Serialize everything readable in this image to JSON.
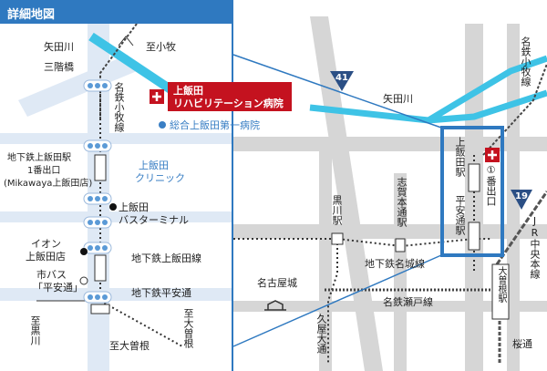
{
  "header": {
    "title": "詳細地図"
  },
  "inset": {
    "yadagawa": "矢田川",
    "sanaibashi": "三階橋",
    "to_komaki": "至小牧",
    "meitetsu_komaki": "名鉄小牧線",
    "hospital_line1": "上飯田",
    "hospital_line2": "リハビリテーション病院",
    "daiichi_hospital": "総合上飯田第一病院",
    "clinic_line1": "上飯田",
    "clinic_line2": "クリニック",
    "exit_line1": "地下鉄上飯田駅",
    "exit_line2": "1番出口",
    "exit_line3": "(Mikawaya上飯田店)",
    "kamiiida": "上飯田",
    "bus_terminal": "バスターミナル",
    "aeon_line1": "イオン",
    "aeon_line2": "上飯田店",
    "subway_kamiiida_line": "地下鉄上飯田線",
    "citybus_line1": "市バス",
    "citybus_line2": "「平安通」",
    "subway_heian": "地下鉄平安通",
    "to_kurokawa": "至黒川",
    "to_ozone_left": "至大曽根",
    "to_ozone_right": "至大曽根"
  },
  "main": {
    "route_41": "41",
    "route_19": "19",
    "yadagawa": "矢田川",
    "meitetsu_komaki": "名鉄小牧線",
    "kamiiida_sta": "上飯田駅",
    "exit_1": "①番出口",
    "heian_sta": "平安通駅",
    "shiga_hondori": "志賀本通駅",
    "kurokawa": "黒川駅",
    "meijo_line": "地下鉄名城線",
    "nagoya_castle": "名古屋城",
    "meiko_seto": "名鉄瀬戸線",
    "hisaya_odori": "久屋大通",
    "ozone": "大曽根駅",
    "chuo_line": "JR中央本線",
    "sakuradori": "桜通"
  }
}
